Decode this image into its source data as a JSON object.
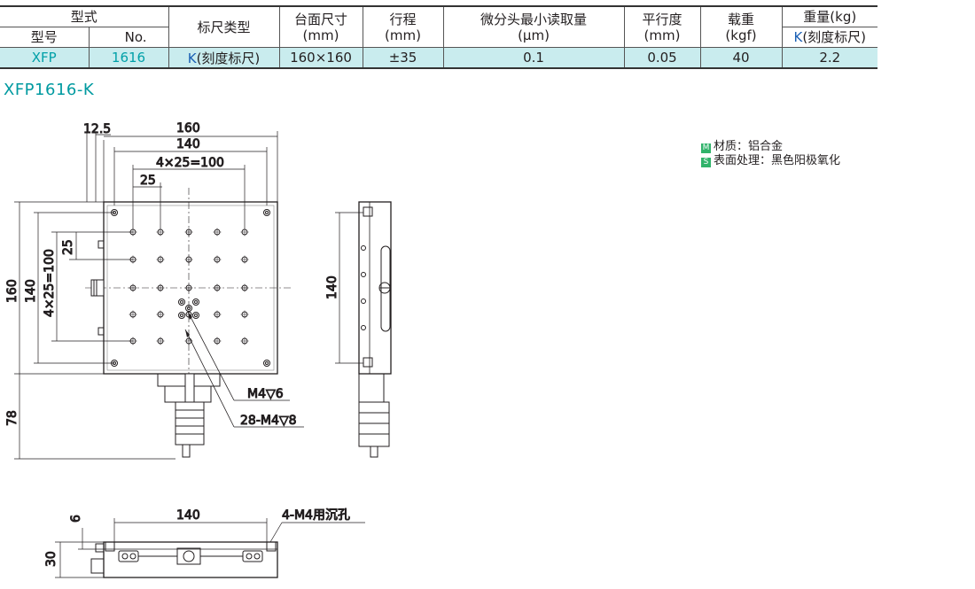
{
  "table": {
    "headers": {
      "type_group": "型式",
      "model": "型号",
      "no": "No.",
      "scale_type": "标尺类型",
      "table_size": "台面尺寸",
      "table_size_unit": "(mm)",
      "travel": "行程",
      "travel_unit": "(mm)",
      "micrometer": "微分头最小读取量",
      "micrometer_unit": "(μm)",
      "parallelism": "平行度",
      "parallelism_unit": "(mm)",
      "load": "载重",
      "load_unit": "(kgf)",
      "weight": "重量(kg)",
      "weight_k": "K",
      "weight_sub": "(刻度标尺)"
    },
    "row": {
      "model": "XFP",
      "no": "1616",
      "scale_k": "K",
      "scale_text": "(刻度标尺)",
      "table_size": "160×160",
      "travel": "±35",
      "micrometer": "0.1",
      "parallelism": "0.05",
      "load": "40",
      "weight": "2.2"
    }
  },
  "model_title": "XFP1616-K",
  "material": {
    "m_mark": "M",
    "m_text": "材质：铝合金",
    "s_mark": "S",
    "s_text": "表面处理：黑色阳极氧化"
  },
  "dimensions": {
    "d12_5": "12.5",
    "d160_top": "160",
    "d140_top": "140",
    "d4x25_top": "4×25=100",
    "d25_top": "25",
    "d160_left": "160",
    "d140_left": "140",
    "d4x25_left": "4×25=100",
    "d25_left": "25",
    "d78": "78",
    "m4_6": "M4▽6",
    "m4_8": "28-M4▽8",
    "d140_side": "140",
    "d6": "6",
    "d30": "30",
    "d140_bottom": "140",
    "m4_cb": "4-M4用沉孔"
  }
}
